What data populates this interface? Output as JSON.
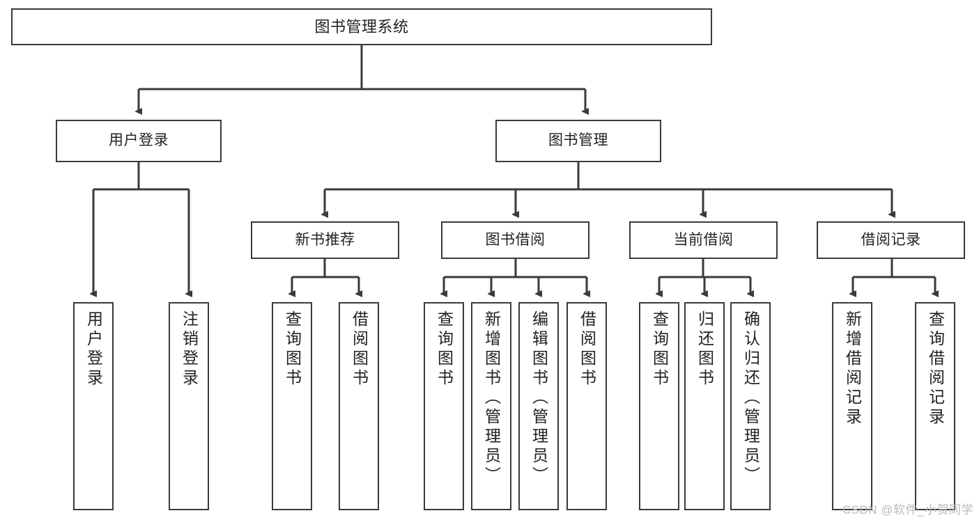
{
  "diagram": {
    "title": "图书管理系统",
    "type": "tree",
    "orientation": "top-down",
    "watermark": "CSDN @软件_小贺同学",
    "colors": {
      "box_border": "#3a3a3a",
      "box_fill": "#ffffff",
      "edge": "#3a3a3a",
      "text": "#222222",
      "watermark": "#b9b9b9",
      "background": "#ffffff"
    },
    "nodes": {
      "root": {
        "label": "图书管理系统"
      },
      "level1": [
        {
          "id": "user-login",
          "label": "用户登录"
        },
        {
          "id": "book-manage",
          "label": "图书管理"
        }
      ],
      "level2": [
        {
          "id": "new-book-recommend",
          "label": "新书推荐",
          "parent": "book-manage"
        },
        {
          "id": "book-borrow",
          "label": "图书借阅",
          "parent": "book-manage"
        },
        {
          "id": "current-borrow",
          "label": "当前借阅",
          "parent": "book-manage"
        },
        {
          "id": "borrow-record",
          "label": "借阅记录",
          "parent": "book-manage"
        }
      ],
      "leaves": {
        "user-login": [
          {
            "id": "leaf-user-login",
            "label": "用户登录"
          },
          {
            "id": "leaf-user-logout",
            "label": "注销登录"
          }
        ],
        "new-book-recommend": [
          {
            "id": "leaf-query-book-1",
            "label": "查询图书"
          },
          {
            "id": "leaf-borrow-book-1",
            "label": "借阅图书"
          }
        ],
        "book-borrow": [
          {
            "id": "leaf-query-book-2",
            "label": "查询图书"
          },
          {
            "id": "leaf-add-book",
            "label": "新增图书（管理员）"
          },
          {
            "id": "leaf-edit-book",
            "label": "编辑图书（管理员）"
          },
          {
            "id": "leaf-borrow-book-2",
            "label": "借阅图书"
          }
        ],
        "current-borrow": [
          {
            "id": "leaf-query-book-3",
            "label": "查询图书"
          },
          {
            "id": "leaf-return-book",
            "label": "归还图书"
          },
          {
            "id": "leaf-confirm-return",
            "label": "确认归还（管理员）"
          }
        ],
        "borrow-record": [
          {
            "id": "leaf-add-record",
            "label": "新增借阅记录"
          },
          {
            "id": "leaf-query-record",
            "label": "查询借阅记录"
          }
        ]
      }
    }
  }
}
